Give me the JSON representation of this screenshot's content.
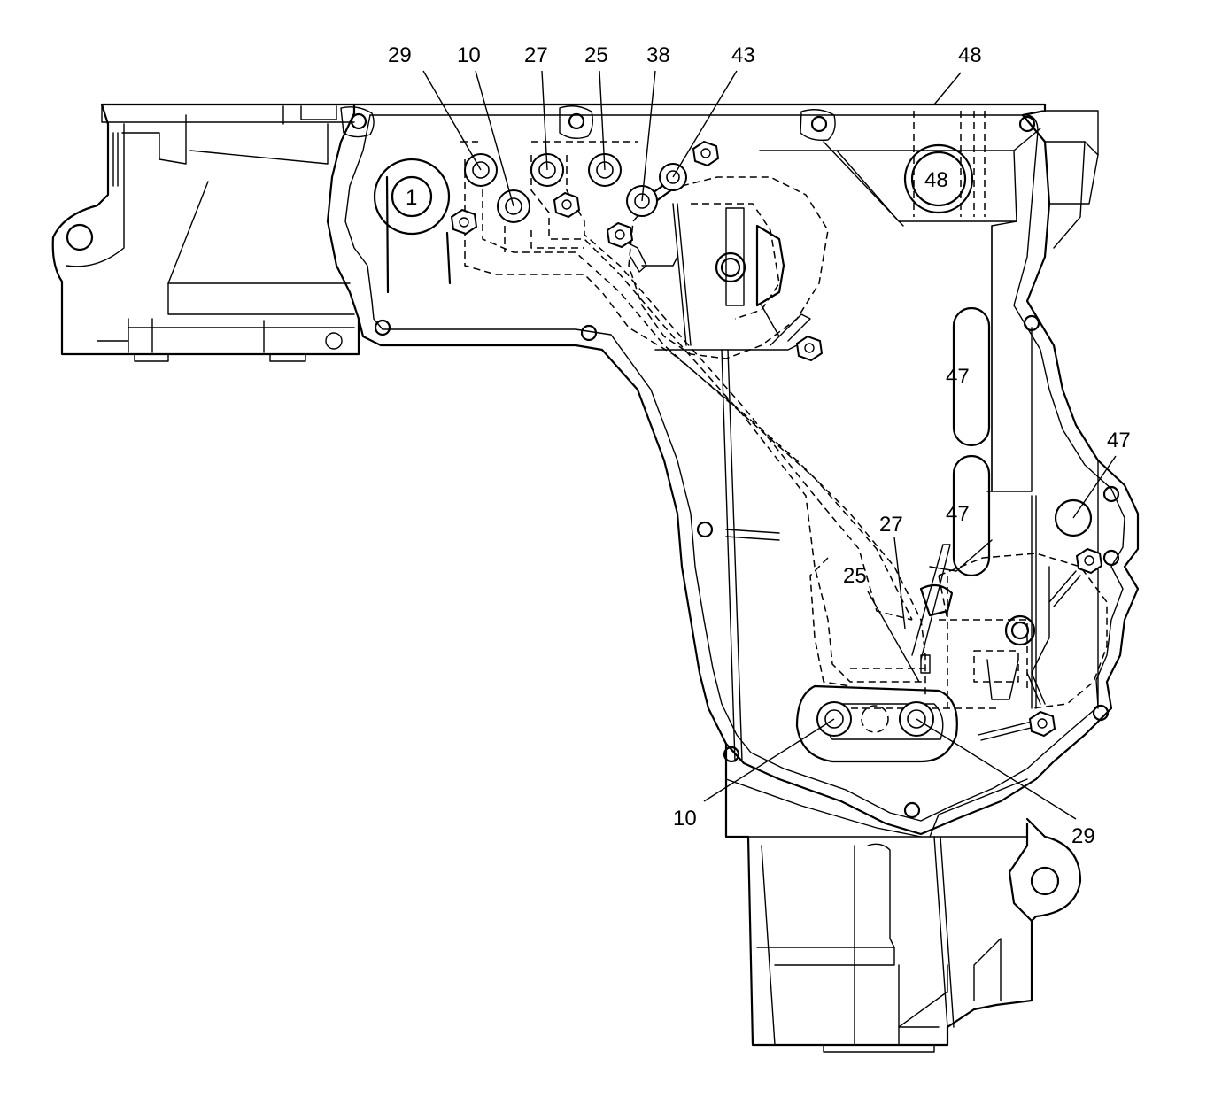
{
  "diagram": {
    "callouts": {
      "c29_top": "29",
      "c10_top": "10",
      "c27_top": "27",
      "c25_top": "25",
      "c38": "38",
      "c43": "43",
      "c48_top": "48",
      "c48_circle": "48",
      "c1_circle": "1",
      "c47_slot_upper": "47",
      "c47_slot_lower": "47",
      "c47_right": "47",
      "c27_mid": "27",
      "c25_mid": "25",
      "c10_bottom": "10",
      "c29_bottom": "29"
    }
  }
}
